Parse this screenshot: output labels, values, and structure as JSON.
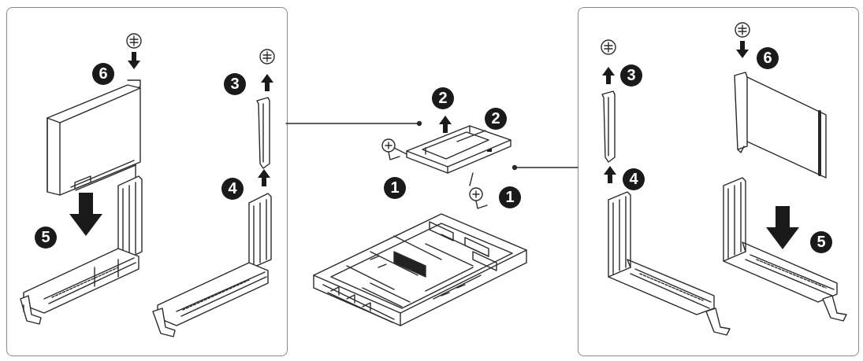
{
  "steps": {
    "left_6": "6",
    "left_3": "3",
    "left_4": "4",
    "left_5": "5",
    "center_2a": "2",
    "center_2b": "2",
    "center_1a": "1",
    "center_1b": "1",
    "right_3": "3",
    "right_6": "6",
    "right_4": "4",
    "right_5": "5"
  },
  "colors": {
    "line": "#2a2a2a",
    "badge": "#1a1a1a",
    "panel_border": "#8a8a8a"
  },
  "icons": [
    "screw-icon",
    "arrow-down-icon",
    "arrow-up-icon"
  ]
}
